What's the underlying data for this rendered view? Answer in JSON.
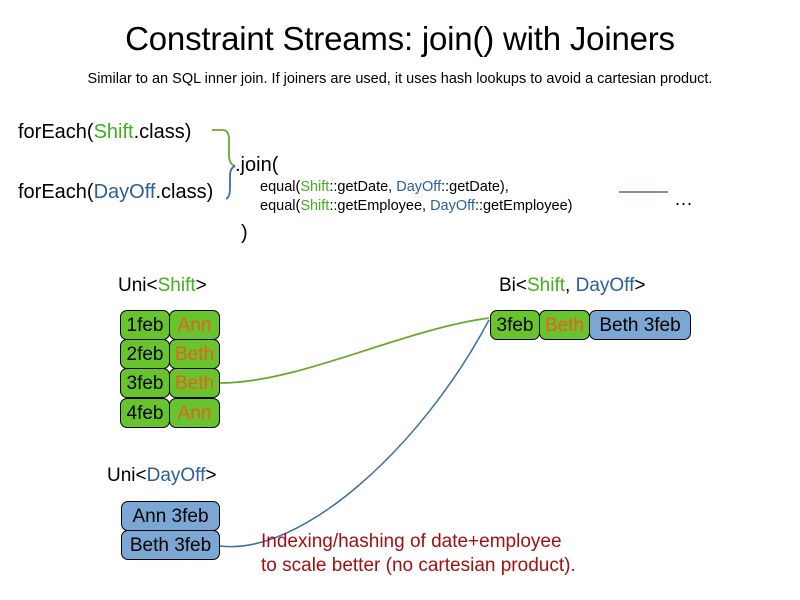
{
  "slide": {
    "title": "Constraint Streams: join() with Joiners",
    "subtitle": "Similar to an SQL inner join. If joiners are used, it uses hash lookups to avoid a cartesian product."
  },
  "code": {
    "foreach_shift": {
      "prefix": "forEach(",
      "type": "Shift",
      "suffix": ".class)"
    },
    "foreach_dayoff": {
      "prefix": "forEach(",
      "type": "DayOff",
      "suffix": ".class)"
    },
    "join_open": ".join(",
    "join_close": ")",
    "equal_1": {
      "prefix": "equal(",
      "left_type": "Shift",
      "left_method": "::getDate, ",
      "right_type": "DayOff",
      "right_method": "::getDate),"
    },
    "equal_2": {
      "prefix": "equal(",
      "left_type": "Shift",
      "left_method": "::getEmployee, ",
      "right_type": "DayOff",
      "right_method": "::getEmployee)"
    },
    "ellipsis": "…"
  },
  "labels": {
    "uni_shift": {
      "prefix": "Uni<",
      "type": "Shift",
      "suffix": ">"
    },
    "bi": {
      "prefix": "Bi<",
      "type_a": "Shift",
      "separator": ", ",
      "type_b": "DayOff",
      "suffix": ">"
    },
    "uni_dayoff": {
      "prefix": "Uni<",
      "type": "DayOff",
      "suffix": ">"
    }
  },
  "uni_shift_rows": [
    {
      "date": "1feb",
      "employee": "Ann"
    },
    {
      "date": "2feb",
      "employee": "Beth"
    },
    {
      "date": "3feb",
      "employee": "Beth"
    },
    {
      "date": "4feb",
      "employee": "Ann"
    }
  ],
  "bi_row": {
    "date": "3feb",
    "employee": "Beth",
    "dayoff": "Beth 3feb"
  },
  "uni_dayoff_rows": [
    {
      "value": "Ann 3feb"
    },
    {
      "value": "Beth 3feb"
    }
  ],
  "note": {
    "line1": "Indexing/hashing of date+employee",
    "line2": "to scale better (no cartesian product)."
  },
  "colors": {
    "shift_green": "#3faf1f",
    "dayoff_blue": "#2a6099",
    "box_green": "#68c42c",
    "box_blue": "#7ba7d4",
    "employee_orange": "#e8601c",
    "note_red": "#a40f0f",
    "wire_green": "#6aa72e",
    "wire_blue": "#3a6ea5",
    "rule_purple": "#7b5f86"
  }
}
